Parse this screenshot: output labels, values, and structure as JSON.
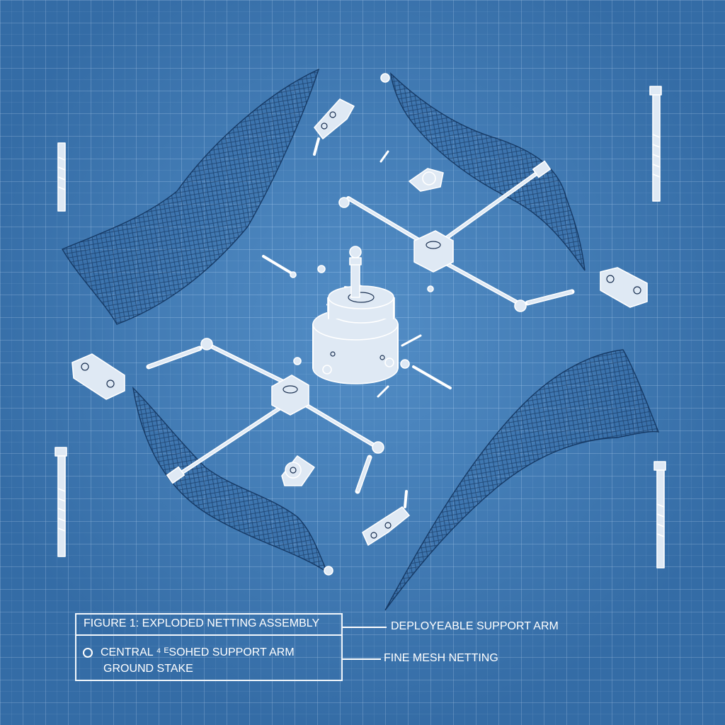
{
  "figure": {
    "caption": "FIGURE 1: EXPLODED NETTING ASSEMBLY",
    "legend_line_1": "CENTRAL ⁴ ᴱSOHED SUPPORT ARM",
    "legend_line_2": "GROUND STAKE"
  },
  "callouts": {
    "support_arm": "DEPLOYEABLE SUPPORT ARM",
    "netting": "FINE MESH NETTING"
  },
  "colors": {
    "background": "#3f7cb8",
    "linework": "#ffffff",
    "mesh": "#14345c"
  }
}
